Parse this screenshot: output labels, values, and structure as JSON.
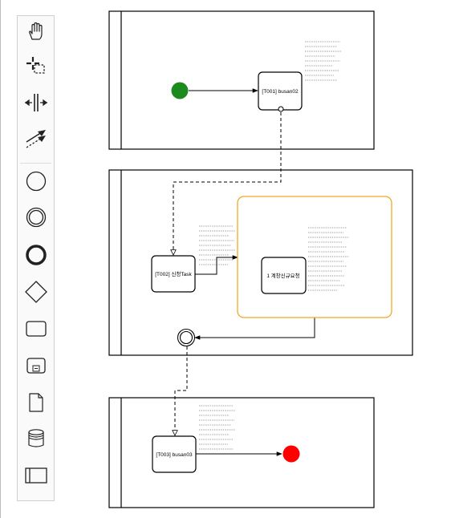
{
  "palette": {
    "tools": [
      {
        "name": "hand-tool",
        "icon": "hand-icon"
      },
      {
        "name": "lasso-tool",
        "icon": "lasso-icon"
      },
      {
        "name": "space-tool",
        "icon": "space-icon"
      },
      {
        "name": "global-connect-tool",
        "icon": "connect-arrow-icon"
      },
      {
        "name": "create-start-event",
        "icon": "start-event-icon"
      },
      {
        "name": "create-intermediate-event",
        "icon": "intermediate-event-icon"
      },
      {
        "name": "create-end-event",
        "icon": "end-event-icon"
      },
      {
        "name": "create-gateway",
        "icon": "gateway-icon"
      },
      {
        "name": "create-task",
        "icon": "task-icon"
      },
      {
        "name": "create-subprocess",
        "icon": "subprocess-icon"
      },
      {
        "name": "create-data-object",
        "icon": "data-object-icon"
      },
      {
        "name": "create-data-store",
        "icon": "data-store-icon"
      },
      {
        "name": "create-pool",
        "icon": "pool-icon"
      }
    ]
  },
  "diagram": {
    "tasks": {
      "t001": "[T001] busan02",
      "t002": "[T002] 신청Task",
      "t003": "[T003] busan03",
      "sub": "1 계창신규요청"
    },
    "colors": {
      "start_event": "#1c8a1c",
      "end_event": "#ff0000",
      "subprocess_border": "#f5a623",
      "stroke": "#000000",
      "annotation_text": "#c8c8c8"
    }
  }
}
